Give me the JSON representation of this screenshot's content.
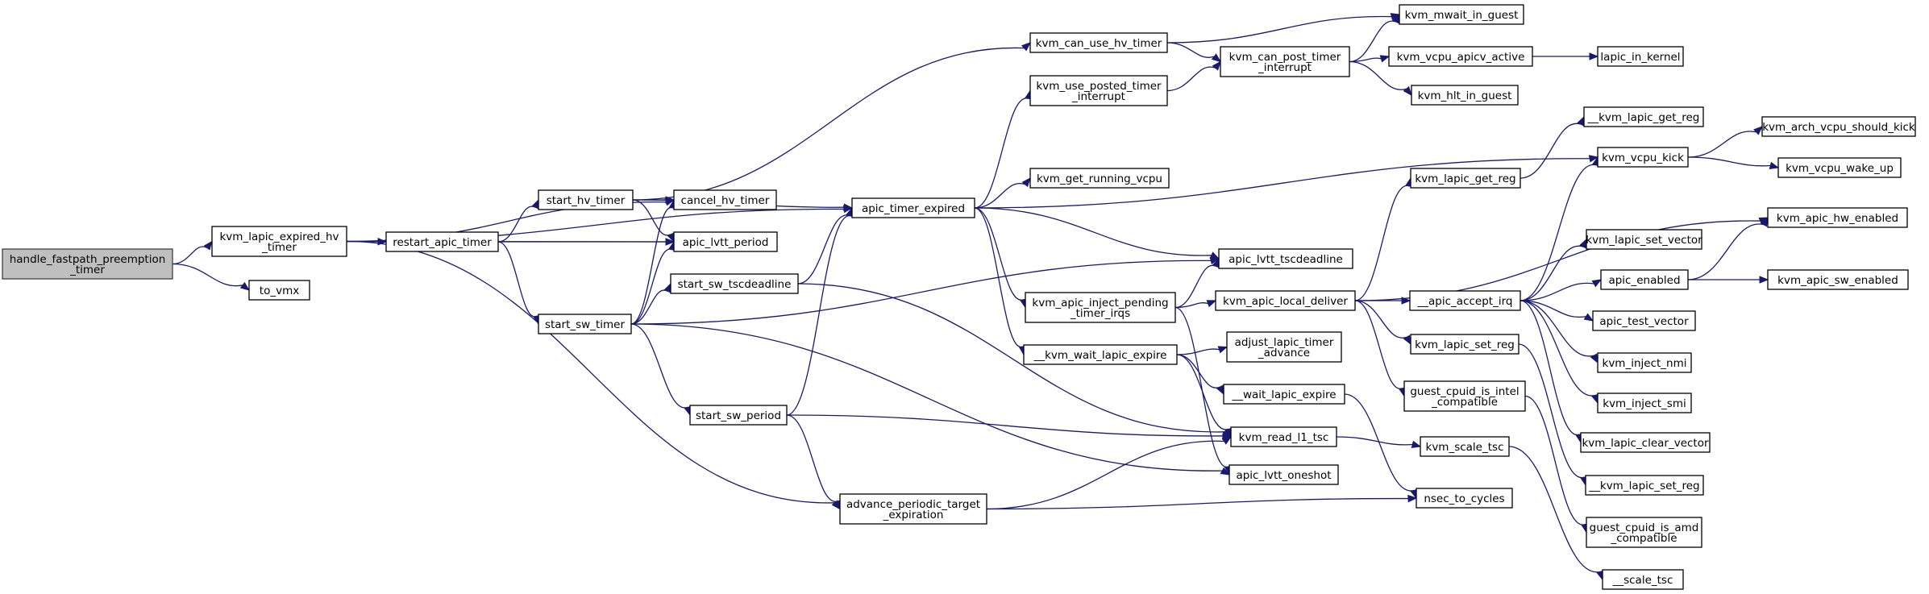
{
  "colors": {
    "edge": "#191970",
    "root_fill": "#bfbfbf",
    "node_fill": "#ffffff",
    "node_stroke": "#000000"
  },
  "nodes": [
    {
      "id": "handle_fastpath",
      "lines": [
        "handle_fastpath_preemption",
        "_timer"
      ],
      "root": true
    },
    {
      "id": "kvm_lapic_expired_hv_timer",
      "lines": [
        "kvm_lapic_expired_hv",
        "_timer"
      ]
    },
    {
      "id": "to_vmx",
      "lines": [
        "to_vmx"
      ]
    },
    {
      "id": "restart_apic_timer",
      "lines": [
        "restart_apic_timer"
      ]
    },
    {
      "id": "start_hv_timer",
      "lines": [
        "start_hv_timer"
      ]
    },
    {
      "id": "start_sw_timer",
      "lines": [
        "start_sw_timer"
      ]
    },
    {
      "id": "cancel_hv_timer",
      "lines": [
        "cancel_hv_timer"
      ]
    },
    {
      "id": "apic_lvtt_period",
      "lines": [
        "apic_lvtt_period"
      ]
    },
    {
      "id": "start_sw_tscdeadline",
      "lines": [
        "start_sw_tscdeadline"
      ]
    },
    {
      "id": "start_sw_period",
      "lines": [
        "start_sw_period"
      ]
    },
    {
      "id": "advance_periodic",
      "lines": [
        "advance_periodic_target",
        "_expiration"
      ]
    },
    {
      "id": "kvm_can_use_hv_timer",
      "lines": [
        "kvm_can_use_hv_timer"
      ]
    },
    {
      "id": "kvm_use_posted_timer_interrupt",
      "lines": [
        "kvm_use_posted_timer",
        "_interrupt"
      ]
    },
    {
      "id": "apic_timer_expired",
      "lines": [
        "apic_timer_expired"
      ]
    },
    {
      "id": "kvm_get_running_vcpu",
      "lines": [
        "kvm_get_running_vcpu"
      ]
    },
    {
      "id": "kvm_apic_inject_pending",
      "lines": [
        "kvm_apic_inject_pending",
        "_timer_irqs"
      ]
    },
    {
      "id": "__kvm_wait_lapic_expire",
      "lines": [
        "__kvm_wait_lapic_expire"
      ]
    },
    {
      "id": "kvm_mwait_in_guest",
      "lines": [
        "kvm_mwait_in_guest"
      ]
    },
    {
      "id": "kvm_can_post_timer_interrupt",
      "lines": [
        "kvm_can_post_timer",
        "_interrupt"
      ]
    },
    {
      "id": "kvm_vcpu_apicv_active",
      "lines": [
        "kvm_vcpu_apicv_active"
      ]
    },
    {
      "id": "lapic_in_kernel",
      "lines": [
        "lapic_in_kernel"
      ]
    },
    {
      "id": "kvm_hlt_in_guest",
      "lines": [
        "kvm_hlt_in_guest"
      ]
    },
    {
      "id": "apic_lvtt_tscdeadline",
      "lines": [
        "apic_lvtt_tscdeadline"
      ]
    },
    {
      "id": "kvm_apic_local_deliver",
      "lines": [
        "kvm_apic_local_deliver"
      ]
    },
    {
      "id": "adjust_lapic_timer_advance",
      "lines": [
        "adjust_lapic_timer",
        "_advance"
      ]
    },
    {
      "id": "__wait_lapic_expire",
      "lines": [
        "__wait_lapic_expire"
      ]
    },
    {
      "id": "kvm_read_l1_tsc",
      "lines": [
        "kvm_read_l1_tsc"
      ]
    },
    {
      "id": "apic_lvtt_oneshot",
      "lines": [
        "apic_lvtt_oneshot"
      ]
    },
    {
      "id": "kvm_lapic_get_reg",
      "lines": [
        "kvm_lapic_get_reg"
      ]
    },
    {
      "id": "__apic_accept_irq",
      "lines": [
        "__apic_accept_irq"
      ]
    },
    {
      "id": "kvm_lapic_set_reg",
      "lines": [
        "kvm_lapic_set_reg"
      ]
    },
    {
      "id": "guest_cpuid_is_intel",
      "lines": [
        "guest_cpuid_is_intel",
        "_compatible"
      ]
    },
    {
      "id": "kvm_scale_tsc",
      "lines": [
        "kvm_scale_tsc"
      ]
    },
    {
      "id": "nsec_to_cycles",
      "lines": [
        "nsec_to_cycles"
      ]
    },
    {
      "id": "__kvm_lapic_get_reg",
      "lines": [
        "__kvm_lapic_get_reg"
      ]
    },
    {
      "id": "kvm_vcpu_kick",
      "lines": [
        "kvm_vcpu_kick"
      ]
    },
    {
      "id": "kvm_lapic_set_vector",
      "lines": [
        "kvm_lapic_set_vector"
      ]
    },
    {
      "id": "apic_enabled",
      "lines": [
        "apic_enabled"
      ]
    },
    {
      "id": "apic_test_vector",
      "lines": [
        "apic_test_vector"
      ]
    },
    {
      "id": "kvm_inject_nmi",
      "lines": [
        "kvm_inject_nmi"
      ]
    },
    {
      "id": "kvm_inject_smi",
      "lines": [
        "kvm_inject_smi"
      ]
    },
    {
      "id": "kvm_lapic_clear_vector",
      "lines": [
        "kvm_lapic_clear_vector"
      ]
    },
    {
      "id": "__kvm_lapic_set_reg",
      "lines": [
        "__kvm_lapic_set_reg"
      ]
    },
    {
      "id": "guest_cpuid_is_amd",
      "lines": [
        "guest_cpuid_is_amd",
        "_compatible"
      ]
    },
    {
      "id": "__scale_tsc",
      "lines": [
        "__scale_tsc"
      ]
    },
    {
      "id": "kvm_arch_vcpu_should_kick",
      "lines": [
        "kvm_arch_vcpu_should_kick"
      ]
    },
    {
      "id": "kvm_vcpu_wake_up",
      "lines": [
        "kvm_vcpu_wake_up"
      ]
    },
    {
      "id": "kvm_apic_hw_enabled",
      "lines": [
        "kvm_apic_hw_enabled"
      ]
    },
    {
      "id": "kvm_apic_sw_enabled",
      "lines": [
        "kvm_apic_sw_enabled"
      ]
    }
  ],
  "edges": [
    {
      "from": "handle_fastpath",
      "to": "kvm_lapic_expired_hv_timer"
    },
    {
      "from": "handle_fastpath",
      "to": "to_vmx"
    },
    {
      "from": "kvm_lapic_expired_hv_timer",
      "to": "restart_apic_timer"
    },
    {
      "from": "kvm_lapic_expired_hv_timer",
      "to": "cancel_hv_timer"
    },
    {
      "from": "kvm_lapic_expired_hv_timer",
      "to": "apic_lvtt_period"
    },
    {
      "from": "kvm_lapic_expired_hv_timer",
      "to": "apic_timer_expired"
    },
    {
      "from": "kvm_lapic_expired_hv_timer",
      "to": "advance_periodic"
    },
    {
      "from": "restart_apic_timer",
      "to": "start_hv_timer"
    },
    {
      "from": "restart_apic_timer",
      "to": "start_sw_timer"
    },
    {
      "from": "restart_apic_timer",
      "to": "apic_lvtt_period"
    },
    {
      "from": "start_hv_timer",
      "to": "cancel_hv_timer"
    },
    {
      "from": "start_hv_timer",
      "to": "apic_lvtt_period"
    },
    {
      "from": "start_hv_timer",
      "to": "kvm_can_use_hv_timer"
    },
    {
      "from": "start_hv_timer",
      "to": "apic_timer_expired"
    },
    {
      "from": "start_sw_timer",
      "to": "cancel_hv_timer"
    },
    {
      "from": "start_sw_timer",
      "to": "apic_lvtt_period"
    },
    {
      "from": "start_sw_timer",
      "to": "start_sw_tscdeadline"
    },
    {
      "from": "start_sw_timer",
      "to": "start_sw_period"
    },
    {
      "from": "start_sw_timer",
      "to": "apic_lvtt_tscdeadline"
    },
    {
      "from": "start_sw_timer",
      "to": "apic_lvtt_oneshot"
    },
    {
      "from": "start_sw_tscdeadline",
      "to": "apic_timer_expired"
    },
    {
      "from": "start_sw_tscdeadline",
      "to": "kvm_read_l1_tsc"
    },
    {
      "from": "start_sw_period",
      "to": "apic_timer_expired"
    },
    {
      "from": "start_sw_period",
      "to": "advance_periodic"
    },
    {
      "from": "start_sw_period",
      "to": "kvm_read_l1_tsc"
    },
    {
      "from": "advance_periodic",
      "to": "kvm_read_l1_tsc"
    },
    {
      "from": "advance_periodic",
      "to": "nsec_to_cycles"
    },
    {
      "from": "kvm_can_use_hv_timer",
      "to": "kvm_mwait_in_guest"
    },
    {
      "from": "kvm_can_use_hv_timer",
      "to": "kvm_can_post_timer_interrupt"
    },
    {
      "from": "kvm_use_posted_timer_interrupt",
      "to": "kvm_can_post_timer_interrupt"
    },
    {
      "from": "kvm_can_post_timer_interrupt",
      "to": "kvm_mwait_in_guest"
    },
    {
      "from": "kvm_can_post_timer_interrupt",
      "to": "kvm_vcpu_apicv_active"
    },
    {
      "from": "kvm_can_post_timer_interrupt",
      "to": "kvm_hlt_in_guest"
    },
    {
      "from": "kvm_vcpu_apicv_active",
      "to": "lapic_in_kernel"
    },
    {
      "from": "apic_timer_expired",
      "to": "kvm_use_posted_timer_interrupt"
    },
    {
      "from": "apic_timer_expired",
      "to": "kvm_get_running_vcpu"
    },
    {
      "from": "apic_timer_expired",
      "to": "kvm_vcpu_kick"
    },
    {
      "from": "apic_timer_expired",
      "to": "apic_lvtt_tscdeadline"
    },
    {
      "from": "apic_timer_expired",
      "to": "kvm_apic_inject_pending"
    },
    {
      "from": "apic_timer_expired",
      "to": "__kvm_wait_lapic_expire"
    },
    {
      "from": "kvm_apic_inject_pending",
      "to": "apic_lvtt_tscdeadline"
    },
    {
      "from": "kvm_apic_inject_pending",
      "to": "kvm_apic_local_deliver"
    },
    {
      "from": "kvm_apic_inject_pending",
      "to": "apic_lvtt_oneshot"
    },
    {
      "from": "__kvm_wait_lapic_expire",
      "to": "adjust_lapic_timer_advance"
    },
    {
      "from": "__kvm_wait_lapic_expire",
      "to": "__wait_lapic_expire"
    },
    {
      "from": "__kvm_wait_lapic_expire",
      "to": "kvm_read_l1_tsc"
    },
    {
      "from": "__wait_lapic_expire",
      "to": "nsec_to_cycles"
    },
    {
      "from": "kvm_read_l1_tsc",
      "to": "kvm_scale_tsc"
    },
    {
      "from": "kvm_scale_tsc",
      "to": "__scale_tsc"
    },
    {
      "from": "kvm_apic_local_deliver",
      "to": "kvm_lapic_get_reg"
    },
    {
      "from": "kvm_apic_local_deliver",
      "to": "kvm_apic_hw_enabled"
    },
    {
      "from": "kvm_apic_local_deliver",
      "to": "__apic_accept_irq"
    },
    {
      "from": "kvm_apic_local_deliver",
      "to": "kvm_lapic_set_reg"
    },
    {
      "from": "kvm_apic_local_deliver",
      "to": "guest_cpuid_is_intel"
    },
    {
      "from": "kvm_lapic_get_reg",
      "to": "__kvm_lapic_get_reg"
    },
    {
      "from": "kvm_lapic_set_reg",
      "to": "__kvm_lapic_set_reg"
    },
    {
      "from": "guest_cpuid_is_intel",
      "to": "guest_cpuid_is_amd"
    },
    {
      "from": "__apic_accept_irq",
      "to": "kvm_vcpu_kick"
    },
    {
      "from": "__apic_accept_irq",
      "to": "kvm_lapic_set_vector"
    },
    {
      "from": "__apic_accept_irq",
      "to": "apic_enabled"
    },
    {
      "from": "__apic_accept_irq",
      "to": "apic_test_vector"
    },
    {
      "from": "__apic_accept_irq",
      "to": "kvm_inject_nmi"
    },
    {
      "from": "__apic_accept_irq",
      "to": "kvm_inject_smi"
    },
    {
      "from": "__apic_accept_irq",
      "to": "kvm_lapic_clear_vector"
    },
    {
      "from": "apic_enabled",
      "to": "kvm_apic_hw_enabled"
    },
    {
      "from": "apic_enabled",
      "to": "kvm_apic_sw_enabled"
    },
    {
      "from": "kvm_vcpu_kick",
      "to": "kvm_arch_vcpu_should_kick"
    },
    {
      "from": "kvm_vcpu_kick",
      "to": "kvm_vcpu_wake_up"
    }
  ]
}
